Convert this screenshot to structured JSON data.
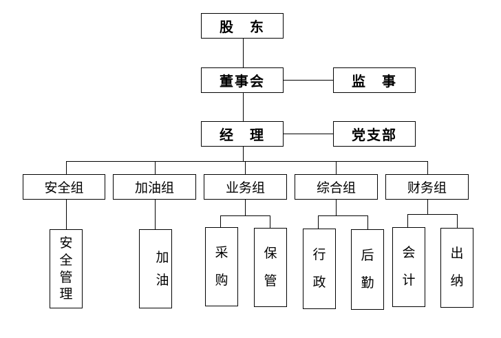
{
  "top": {
    "shareholders": "股　东",
    "board": "董事会",
    "supervisor": "监　事",
    "manager": "经　理",
    "party_branch": "党支部"
  },
  "groups": {
    "safety": "安全组",
    "refuel": "加油组",
    "business": "业务组",
    "general": "综合组",
    "finance": "财务组"
  },
  "leaves": {
    "safety_mgmt": "安全管理",
    "refueling": "加油",
    "purchasing": "采购",
    "storage": "保管",
    "administration": "行政",
    "logistics": "后勤",
    "accounting": "会计",
    "cashier": "出纳"
  }
}
